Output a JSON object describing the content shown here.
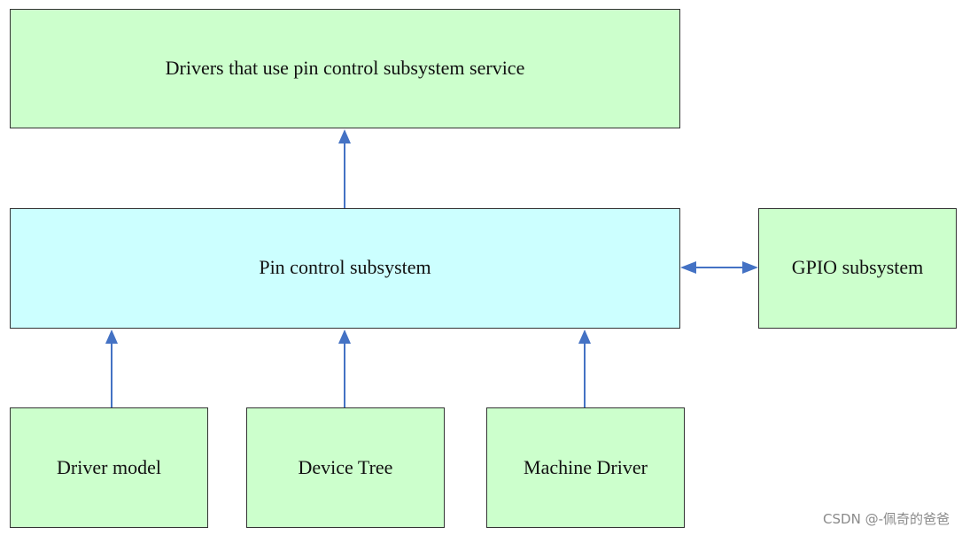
{
  "diagram": {
    "boxes": {
      "top": "Drivers that use pin control subsystem service",
      "pin_control": "Pin control subsystem",
      "gpio": "GPIO subsystem",
      "driver_model": "Driver model",
      "device_tree": "Device Tree",
      "machine_driver": "Machine Driver"
    },
    "colors": {
      "box_green": "#ccffcc",
      "box_cyan": "#ccffff",
      "arrow": "#4472c4"
    }
  },
  "watermark": "CSDN @-佩奇的爸爸"
}
